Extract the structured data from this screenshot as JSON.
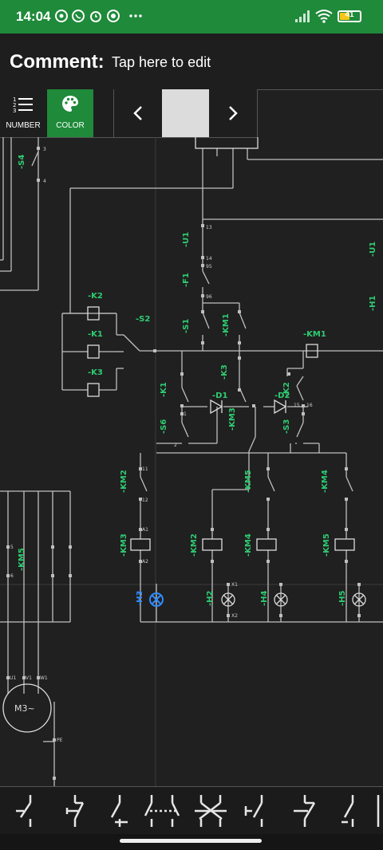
{
  "status_bar": {
    "time": "14:04",
    "battery": "41"
  },
  "comment": {
    "label": "Comment:",
    "value": "Tap here to edit"
  },
  "toolbar": {
    "number_label": "NUMBER",
    "color_label": "COLOR"
  },
  "colors": {
    "status_bg": "#1f8a3a",
    "accent_green": "#1f8a3a",
    "label_green": "#2ecc71",
    "highlight_blue": "#2f8cff",
    "wire": "#bfbfbf",
    "background": "#202020"
  },
  "diagram": {
    "labels": {
      "s4": "-S4",
      "u1": "-U1",
      "f1": "-F1",
      "s1": "-S1",
      "km1": "-KM1",
      "km1r": "-KM1",
      "k2": "-K2",
      "k1": "-K1",
      "k3": "-K3",
      "s2": "-S2",
      "k3b": "-K3",
      "k1b": "-K1",
      "d1": "-D1",
      "d2": "-D2",
      "k2b": "-K2",
      "km3a": "-KM3",
      "s6": "-S6",
      "s3": "-S3",
      "km2": "-KM2",
      "km5": "-KM5",
      "km4": "-KM4",
      "km3": "-KM3",
      "km2b": "-KM2",
      "km4b": "-KM4",
      "km5b": "-KM5",
      "km5c": "-KM5",
      "h3": "-H3",
      "h2": "-H2",
      "h4": "-H4",
      "h5": "-H5",
      "u1r": "-U1",
      "h1r": "-H1",
      "motor": "M3~"
    },
    "pins": {
      "p3": "3",
      "p4": "4",
      "p13": "13",
      "p14": "14",
      "p95": "95",
      "p96": "96",
      "p11": "11",
      "p12": "12",
      "a1": "A1",
      "a2": "A2",
      "p1": "1",
      "p2": "2",
      "p15": "15",
      "p16": "16",
      "x1": "X1",
      "x2": "X2",
      "u1": "U1",
      "v1": "V1",
      "w1": "W1",
      "pe": "PE",
      "p5": "5",
      "p6": "6"
    }
  }
}
